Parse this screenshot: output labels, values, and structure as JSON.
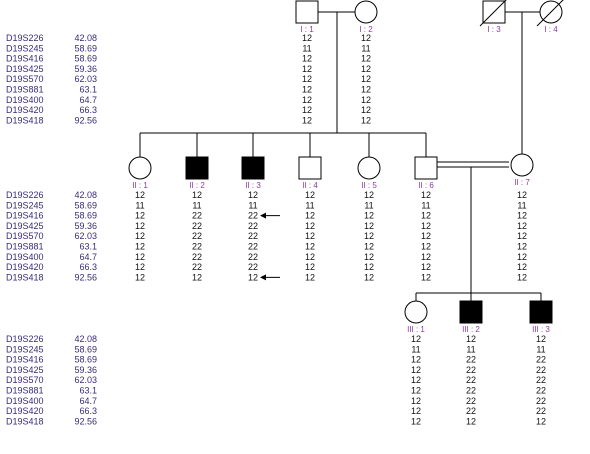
{
  "colors": {
    "label": "#8a3aa8",
    "marker": "#3a2a7a",
    "affected": "#000000"
  },
  "markers": [
    {
      "name": "D19S226",
      "pos": "42.08"
    },
    {
      "name": "D19S245",
      "pos": "58.69"
    },
    {
      "name": "D19S416",
      "pos": "58.69"
    },
    {
      "name": "D19S425",
      "pos": "59.36"
    },
    {
      "name": "D19S570",
      "pos": "62.03"
    },
    {
      "name": "D19S881",
      "pos": "63.1"
    },
    {
      "name": "D19S400",
      "pos": "64.7"
    },
    {
      "name": "D19S420",
      "pos": "66.3"
    },
    {
      "name": "D19S418",
      "pos": "92.56"
    }
  ],
  "individuals": [
    {
      "id": "I : 1",
      "sex": "male",
      "affected": false,
      "deceased": false,
      "genotypes": [
        "12",
        "11",
        "12",
        "12",
        "12",
        "12",
        "12",
        "12",
        "12"
      ]
    },
    {
      "id": "I : 2",
      "sex": "female",
      "affected": false,
      "deceased": false,
      "genotypes": [
        "12",
        "11",
        "12",
        "12",
        "12",
        "12",
        "12",
        "12",
        "12"
      ]
    },
    {
      "id": "I : 3",
      "sex": "male",
      "affected": false,
      "deceased": true,
      "genotypes": []
    },
    {
      "id": "I : 4",
      "sex": "female",
      "affected": false,
      "deceased": true,
      "genotypes": []
    },
    {
      "id": "II : 1",
      "sex": "female",
      "affected": false,
      "deceased": false,
      "genotypes": [
        "12",
        "11",
        "12",
        "12",
        "12",
        "12",
        "12",
        "12",
        "12"
      ]
    },
    {
      "id": "II : 2",
      "sex": "male",
      "affected": true,
      "deceased": false,
      "genotypes": [
        "12",
        "11",
        "22",
        "22",
        "22",
        "22",
        "22",
        "22",
        "12"
      ]
    },
    {
      "id": "II : 3",
      "sex": "male",
      "affected": true,
      "deceased": false,
      "genotypes": [
        "12",
        "11",
        "22",
        "22",
        "22",
        "22",
        "22",
        "22",
        "12"
      ]
    },
    {
      "id": "II : 4",
      "sex": "male",
      "affected": false,
      "deceased": false,
      "genotypes": [
        "12",
        "11",
        "12",
        "12",
        "12",
        "12",
        "12",
        "12",
        "12"
      ]
    },
    {
      "id": "II : 5",
      "sex": "female",
      "affected": false,
      "deceased": false,
      "genotypes": [
        "12",
        "11",
        "12",
        "12",
        "12",
        "12",
        "12",
        "12",
        "12"
      ]
    },
    {
      "id": "II : 6",
      "sex": "male",
      "affected": false,
      "deceased": false,
      "genotypes": [
        "12",
        "11",
        "12",
        "12",
        "12",
        "12",
        "12",
        "12",
        "12"
      ]
    },
    {
      "id": "II : 7",
      "sex": "female",
      "affected": false,
      "deceased": false,
      "genotypes": [
        "12",
        "11",
        "12",
        "12",
        "12",
        "12",
        "12",
        "12",
        "12"
      ]
    },
    {
      "id": "III : 1",
      "sex": "female",
      "affected": false,
      "deceased": false,
      "genotypes": [
        "12",
        "11",
        "12",
        "12",
        "12",
        "12",
        "12",
        "12",
        "12"
      ]
    },
    {
      "id": "III : 2",
      "sex": "male",
      "affected": true,
      "deceased": false,
      "genotypes": [
        "12",
        "11",
        "22",
        "22",
        "22",
        "22",
        "22",
        "22",
        "12"
      ]
    },
    {
      "id": "III : 3",
      "sex": "male",
      "affected": true,
      "deceased": false,
      "genotypes": [
        "12",
        "11",
        "22",
        "22",
        "22",
        "22",
        "22",
        "22",
        "12"
      ]
    }
  ],
  "recombination_arrows": [
    {
      "individual": "II : 3",
      "marker": "D19S416"
    },
    {
      "individual": "II : 3",
      "marker": "D19S418"
    }
  ]
}
